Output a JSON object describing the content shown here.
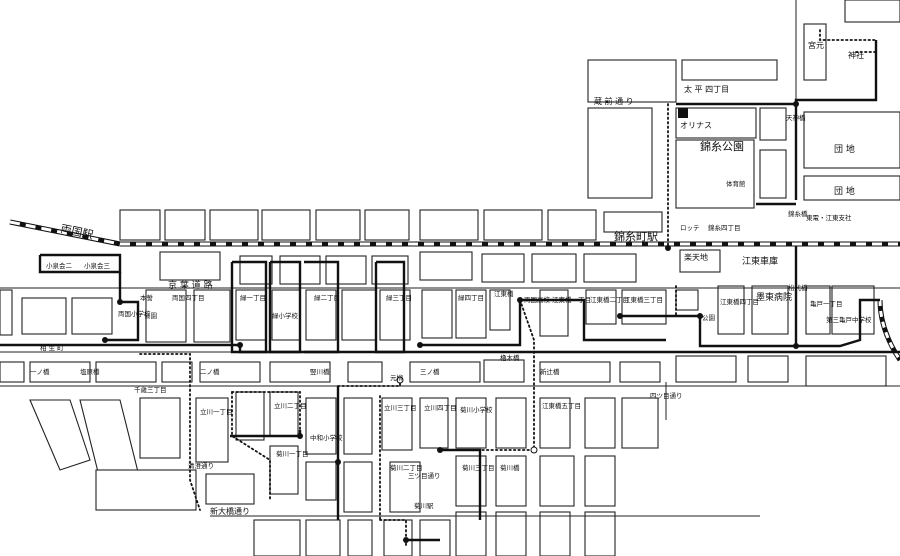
{
  "labels": {
    "ryogoku_station": "両国駅",
    "kinshicho_station": "錦糸町駅",
    "keiyo_road": "京 葉 道 路",
    "kuramae_street": "蔵 前 通 り",
    "taihei4": "太 平 四丁目",
    "olinas": "オリナス",
    "kinshi_park": "錦糸公園",
    "gym": "体育館",
    "kinshi4": "錦糸四丁目",
    "lotte": "ロッテ",
    "rakutenchi": "楽天地",
    "koto_depot": "江東車庫",
    "danchi1": "団 地",
    "danchi2": "団 地",
    "toden": "東電・江東支社",
    "miyamoto": "宮元",
    "shrine": "神社",
    "kameido1": "亀戸一丁目",
    "daisan_kameido": "第三亀戸中学校",
    "bokuto_hospital": "墨東病院",
    "matsuyo_bridge": "松代橋",
    "kinshi_bridge": "錦糸橋",
    "tenjin_bridge": "天神橋",
    "kotobashi4": "江東橋四丁目",
    "kotobashi3": "江東橋三丁目",
    "kotobashi2": "江東橋二丁目",
    "kotobashi1": "江東橋一丁目",
    "kotobashi5": "江東橋五丁目",
    "kotobashi": "江東橋",
    "park_kotobashi": "公園",
    "ryogoku_hs": "両国高校",
    "midori4": "緑四丁目",
    "midori3": "緑三丁目",
    "midori2": "緑二丁目",
    "midori1": "緑一丁目",
    "midori_elem": "緑小学校",
    "ryogoku4": "両国四丁目",
    "honjo": "本誓",
    "park_ryogoku": "公園",
    "ryogoku_elem": "両国小学校",
    "kosenkai2": "小泉会二",
    "kosenkai3": "小泉会三",
    "aioi": "相 生 町",
    "ichinohashi": "一ノ橋",
    "shiohara_bridge": "塩原橋",
    "ninohashi": "二ノ橋",
    "tatekawa_bridge": "竪川橋",
    "sannohashi": "三ノ橋",
    "shinsuji_bridge": "新辻橋",
    "mukai_bridge": "櫓木橋",
    "yotsume_street": "四ツ目通り",
    "senda3": "千歳三丁目",
    "tatekawa1": "立川一丁目",
    "tatekawa2": "立川二丁目",
    "tatekawa3": "立川三丁目",
    "tatekawa4": "立川四丁目",
    "kikukawa1": "菊川一丁目",
    "kikukawa2": "菊川二丁目",
    "kikukawa3": "菊川三丁目",
    "kikukawa_elem": "菊川小学校",
    "nakawa_elem": "中和小学校",
    "kikukawa_bridge": "菊川橋",
    "kiyosumi_street": "清澄通り",
    "shin_ohashi_street": "新大橋通り",
    "mitsume_street": "三ツ目通り",
    "motoyanagi": "元柳",
    "kikukawa_sta": "菊川駅"
  }
}
